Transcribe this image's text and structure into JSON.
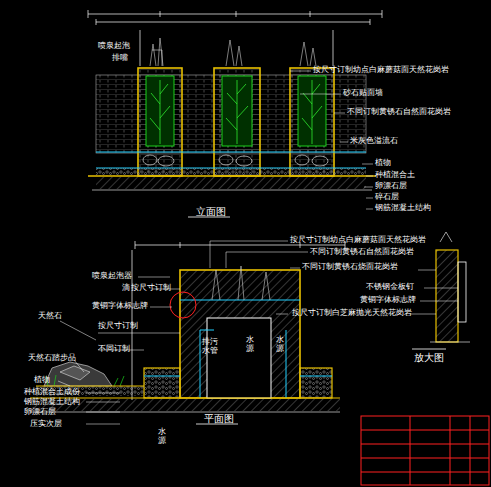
{
  "diagram": {
    "labels": [
      "喷泉起泡",
      "排嘴",
      "按尺寸订制幼点白麻蘑菇面天然花岗岩",
      "砂石贴面墙",
      "不同订制黄锈石自然面花岗岩",
      "米灰色溢流石",
      "植物",
      "种植混合土",
      "卵漂石层",
      "碎石层",
      "钢筋混凝土结构",
      "立面图",
      "按尺寸订制幼点白麻蘑菇面天然花岗岩",
      "不同订制黄锈石自然面花岗岩",
      "不同订制黄锈石烧面花岗岩",
      "喷泉起泡器",
      "滴",
      "按尺寸订制",
      "黄铜字体标志牌",
      "不锈钢金板钉",
      "黄铜字体标志牌",
      "按尺寸订制白芝麻抛光天然花岗岩",
      "放大图",
      "天然石",
      "按尺寸订制",
      "天然石踏步品",
      "不同订制",
      "排污水管",
      "水源",
      "水源",
      "植物",
      "种植混合土成份",
      "钢筋混凝土结构",
      "卵漂石层",
      "压实次层",
      "水源",
      "平面图"
    ]
  }
}
